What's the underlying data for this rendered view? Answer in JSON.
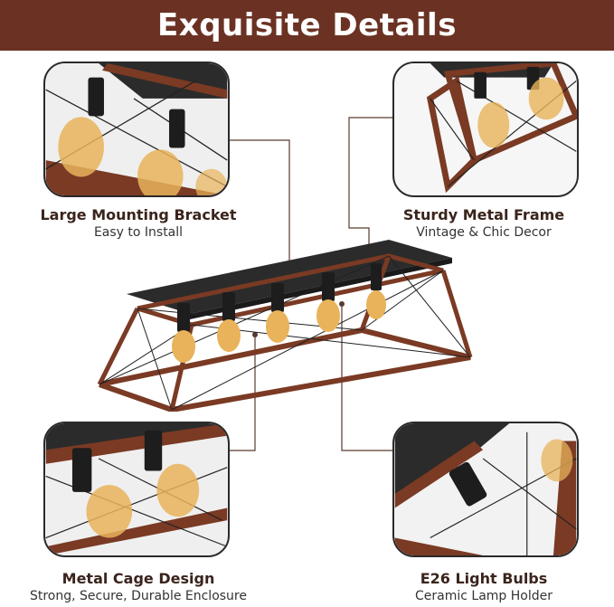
{
  "header": {
    "title": "Exquisite Details"
  },
  "features": [
    {
      "title": "Large Mounting Bracket",
      "subtitle": "Easy to Install"
    },
    {
      "title": "Sturdy Metal Frame",
      "subtitle": "Vintage & Chic Decor"
    },
    {
      "title": "Metal Cage Design",
      "subtitle": "Strong, Secure, Durable Enclosure"
    },
    {
      "title": "E26 Light Bulbs",
      "subtitle": "Ceramic Lamp Holder"
    }
  ],
  "colors": {
    "banner": "#6b3224",
    "wood": "#7a3a24",
    "metal": "#2b2b2b",
    "bulb": "#e8b35a"
  }
}
